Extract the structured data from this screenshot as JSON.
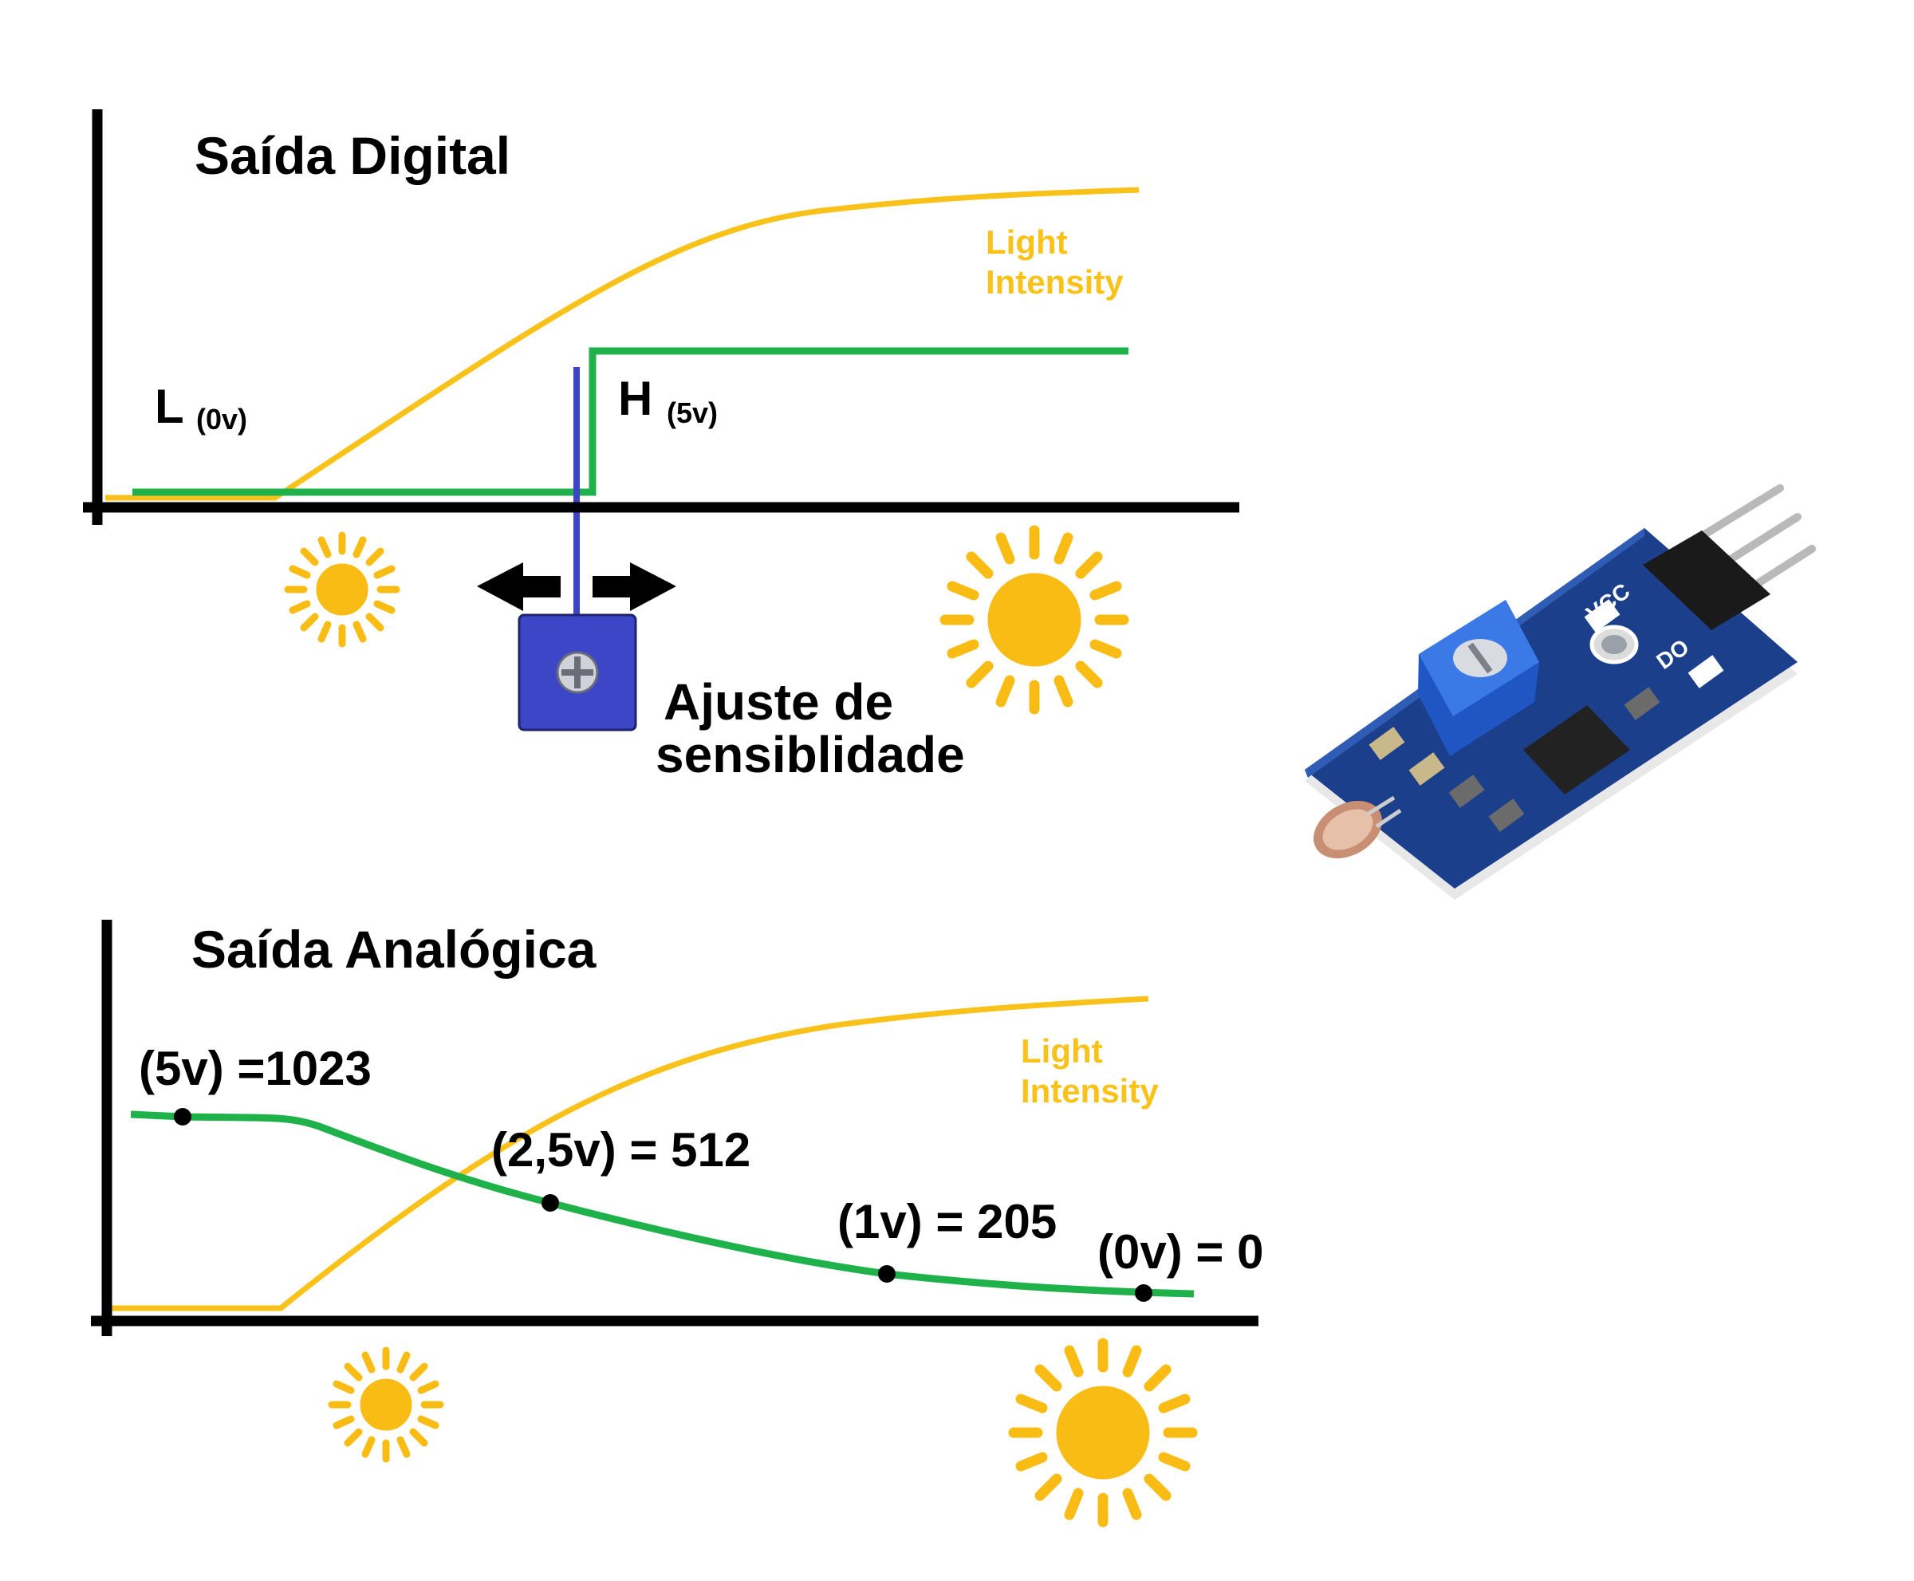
{
  "colors": {
    "axis": "#000000",
    "light_curve": "#F9C21B",
    "signal": "#20B24A",
    "threshold": "#3C45C8",
    "sun": "#F8BC14",
    "potentiometer": "#3E46C8",
    "board": "#1B3F8A",
    "board_edge": "#2F5DB5"
  },
  "digital": {
    "title": "Saída Digital",
    "low_label": "L",
    "low_volt": "(0v)",
    "high_label": "H",
    "high_volt": "(5v)",
    "light_label_line1": "Light",
    "light_label_line2": "Intensity",
    "adjust_line1": "Ajuste de",
    "adjust_line2": "sensiblidade"
  },
  "analog": {
    "title": "Saída Analógica",
    "light_label_line1": "Light",
    "light_label_line2": "Intensity",
    "points": [
      {
        "label": "(5v) =1023",
        "volts": 5,
        "value": 1023
      },
      {
        "label": "(2,5v) = 512",
        "volts": 2.5,
        "value": 512
      },
      {
        "label": "(1v) = 205",
        "volts": 1,
        "value": 205
      },
      {
        "label": "(0v) = 0",
        "volts": 0,
        "value": 0
      }
    ]
  },
  "module": {
    "pin_vcc": "VCC",
    "pin_do": "DO"
  },
  "icons": [
    "sun-small-icon",
    "sun-large-icon",
    "arrow-left-icon",
    "arrow-right-icon",
    "potentiometer-icon",
    "ldr-sensor-module-image"
  ]
}
